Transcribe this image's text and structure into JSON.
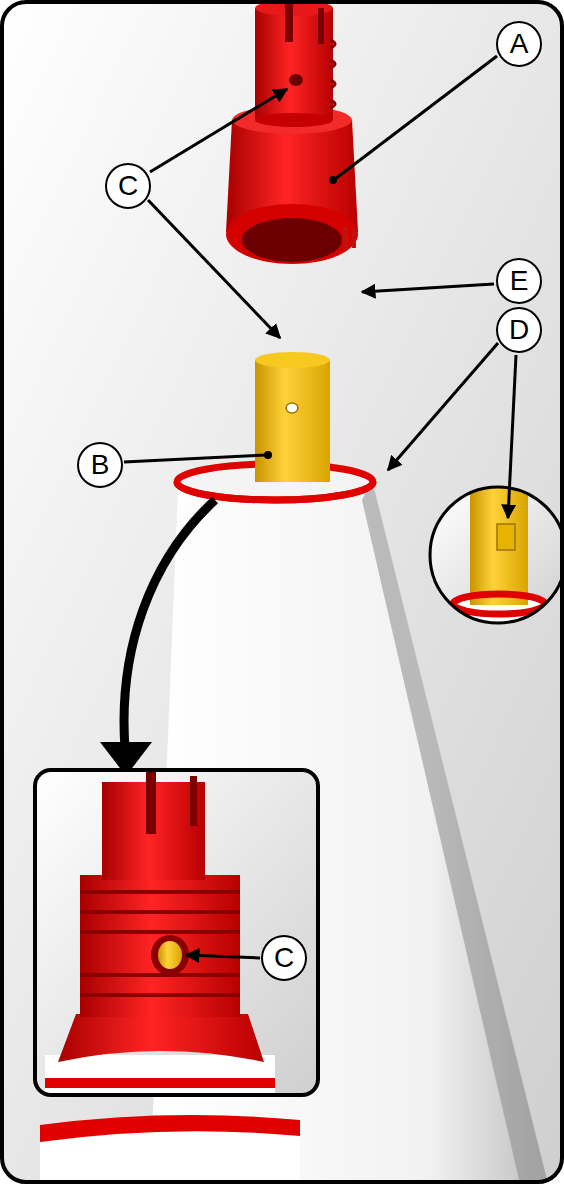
{
  "diagram": {
    "labels": [
      "A",
      "C",
      "E",
      "D",
      "B",
      "C"
    ]
  }
}
